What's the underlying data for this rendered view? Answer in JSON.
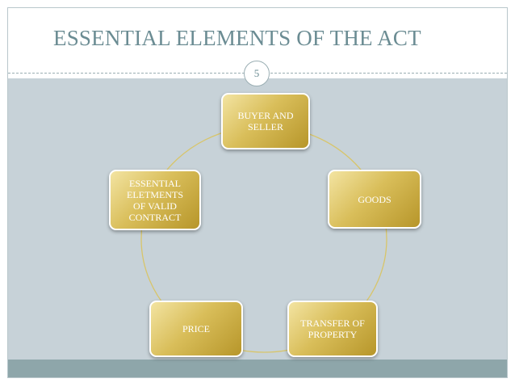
{
  "slide": {
    "title": "ESSENTIAL ELEMENTS OF THE ACT",
    "page_number": "5"
  },
  "diagram": {
    "type": "cycle",
    "nodes": [
      {
        "id": "buyer-and-seller",
        "label": "BUYER AND\nSELLER"
      },
      {
        "id": "goods",
        "label": "GOODS"
      },
      {
        "id": "transfer-of-property",
        "label": "TRANSFER OF\nPROPERTY"
      },
      {
        "id": "price",
        "label": "PRICE"
      },
      {
        "id": "essential-elements",
        "label": "ESSENTIAL\nELETMENTS\nOF VALID\nCONTRACT"
      }
    ]
  },
  "colors": {
    "title": "#6b8c93",
    "content_background": "#c7d2d8",
    "footer_band": "#8ea6aa",
    "node_fill": "#d9be5a",
    "ring_line": "#d8c56a"
  }
}
